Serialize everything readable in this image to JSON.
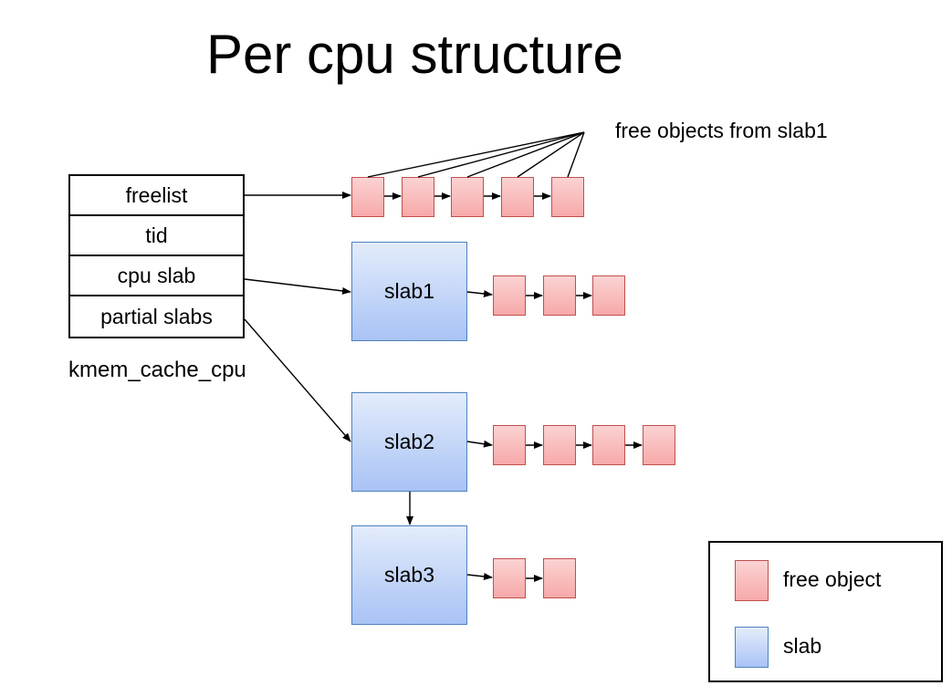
{
  "title": "Per cpu structure",
  "struct": {
    "fields": [
      "freelist",
      "tid",
      "cpu slab",
      "partial slabs"
    ],
    "label": "kmem_cache_cpu"
  },
  "annotation": "free objects from slab1",
  "slabs": [
    {
      "label": "slab1",
      "free_objects": 3
    },
    {
      "label": "slab2",
      "free_objects": 4
    },
    {
      "label": "slab3",
      "free_objects": 2
    }
  ],
  "freelist_objects": 5,
  "legend": {
    "free_object": "free object",
    "slab": "slab"
  },
  "colors": {
    "free_object_fill": "#f7a9a9",
    "free_object_border": "#c0504d",
    "slab_fill": "#a9c3f5",
    "slab_border": "#4f81bd"
  }
}
